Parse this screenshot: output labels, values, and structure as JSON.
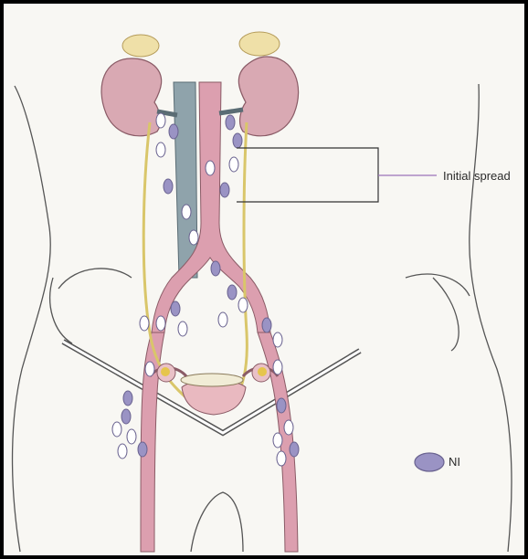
{
  "labels": {
    "initial_spread": "Initial spread",
    "legend_ni": "NI"
  },
  "colors": {
    "background": "#f8f7f3",
    "body_outline": "#555555",
    "kidney": "#d9a9b3",
    "adrenal": "#efe0a8",
    "vena_cava": "#8fa3ab",
    "aorta_artery": "#dc9faf",
    "ureter": "#e8d97a",
    "node_involved": "#9a93c4",
    "node_uninvolved": "#ffffff",
    "uterus": "#e9b9c0",
    "ovary_lesion": "#e6c54c"
  },
  "legend": {
    "symbol": "involved-node-ellipse"
  }
}
